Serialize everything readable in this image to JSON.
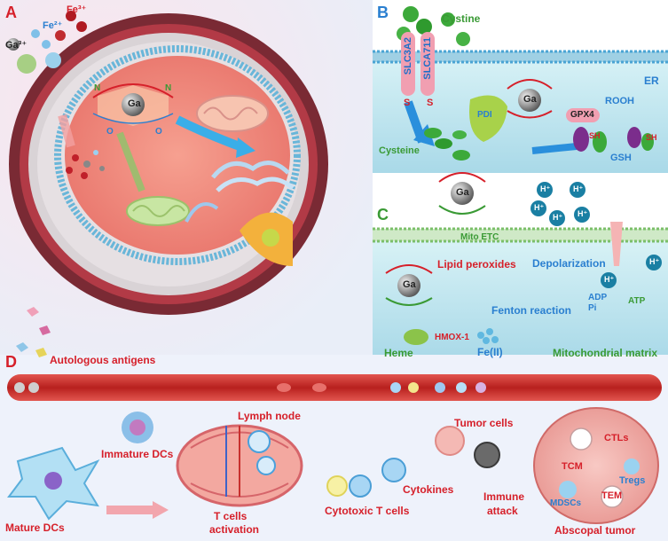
{
  "panels": {
    "a": "A",
    "b": "B",
    "c": "C",
    "d": "D"
  },
  "panel_a": {
    "fe3": "Fe³⁺",
    "fe2": "Fe²⁺",
    "ga3": "Ga³⁺",
    "ga_core": "Ga",
    "n_left": "N",
    "n_right": "N",
    "o_left": "O",
    "o_right": "O"
  },
  "panel_b": {
    "cystine": "Cystine",
    "slc3a2": "SLC3A2",
    "slc7a11": "SLCA711",
    "s_left": "S",
    "s_right": "S",
    "cysteine": "Cysteine",
    "pdi": "PDI",
    "ga_core": "Ga",
    "er": "ER",
    "gpx4": "GPX4",
    "rooh": "ROOH",
    "sh1": "SH",
    "sh2": "SH",
    "gsh": "GSH"
  },
  "panel_c": {
    "ga_top": "Ga",
    "h_plus": "H⁺",
    "mito_etc": "Mito ETC",
    "lipid_peroxides": "Lipid peroxides",
    "depolarization": "Depolarization",
    "ga_low": "Ga",
    "adp": "ADP",
    "pi": "Pi",
    "atp": "ATP",
    "fenton": "Fenton reaction",
    "hmox": "HMOX-1",
    "heme": "Heme",
    "fe2": "Fe(II)",
    "matrix": "Mitochondrial matrix"
  },
  "panel_d": {
    "antigens": "Autologous antigens",
    "lymph_node": "Lymph node",
    "immature": "Immature DCs",
    "mature": "Mature DCs",
    "t_act_1": "T cells",
    "t_act_2": "activation",
    "ctl": "Cytotoxic T cells",
    "cytokines": "Cytokines",
    "tumor_cells": "Tumor cells",
    "immune_1": "Immune",
    "immune_2": "attack",
    "ctls": "CTLs",
    "tcm": "TCM",
    "tregs": "Tregs",
    "tem": "TEM",
    "mdscs": "MDSCs",
    "abscopal": "Abscopal tumor"
  },
  "colors": {
    "accent_red": "#d6202a",
    "accent_blue": "#2a7fd0",
    "accent_green": "#3a9a35",
    "vessel": "#c8302e",
    "water": "#bfe6ef"
  }
}
